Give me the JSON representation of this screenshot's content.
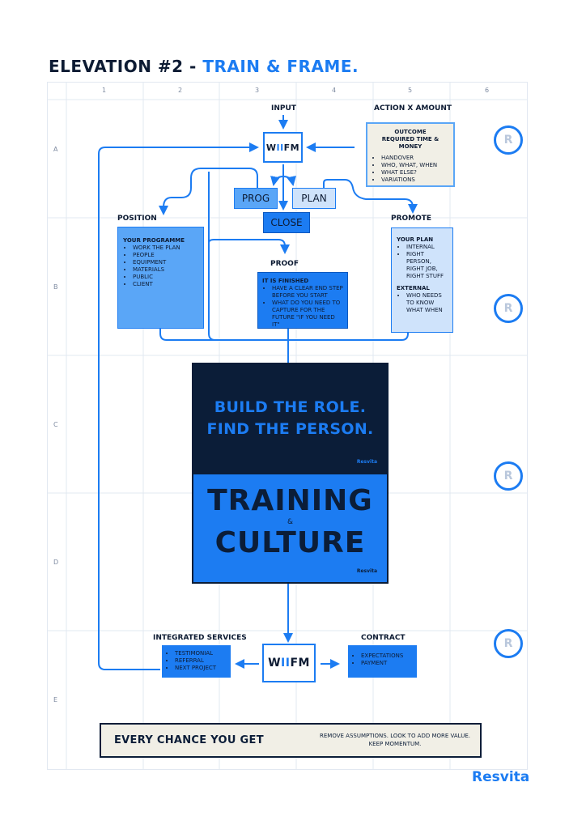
{
  "title": {
    "part1": "ELEVATION #2 - ",
    "part2": "TRAIN & FRAME."
  },
  "grid": {
    "columns": [
      "1",
      "2",
      "3",
      "4",
      "5",
      "6"
    ],
    "rows": [
      "A",
      "B",
      "C",
      "D",
      "E"
    ]
  },
  "input": {
    "label": "INPUT"
  },
  "action": {
    "label": "ACTION x AMOUNT",
    "box_title": "OUTCOME REQUIRED TIME & MONEY",
    "items": [
      "HANDOVER",
      "WHO, WHAT, WHEN",
      "WHAT ELSE?",
      "VARIATIONS"
    ]
  },
  "wiifm_top": {
    "w": "W",
    "ii": "II",
    "fm": "FM"
  },
  "prog": "PROG",
  "plan": "PLAN",
  "close": "CLOSE",
  "position": {
    "label": "POSITION",
    "box_title": "YOUR PROGRAMME",
    "items": [
      "WORK THE PLAN",
      "PEOPLE",
      "EQUIPMENT",
      "MATERIALS",
      "PUBLIC",
      "CLIENT"
    ]
  },
  "promote": {
    "label": "PROMOTE",
    "plan_title": "YOUR PLAN",
    "plan_items": [
      "INTERNAL",
      "RIGHT PERSON, RIGHT JOB, RIGHT STUFF"
    ],
    "external_title": "EXTERNAL",
    "external_items": [
      "WHO NEEDS TO KNOW WHAT WHEN"
    ]
  },
  "proof": {
    "label": "PROOF",
    "box_title": "IT IS FINISHED",
    "items": [
      "HAVE A CLEAR END STEP BEFORE YOU START",
      "WHAT DO YOU NEED TO CAPTURE FOR THE FUTURE \"IF YOU NEED IT\""
    ]
  },
  "poster1": {
    "line1": "BUILD THE ROLE.",
    "line2": "FIND THE PERSON.",
    "brand": "Resvita"
  },
  "poster2": {
    "line1": "TRAINING",
    "amp": "&",
    "line2": "CULTURE",
    "brand": "Resvita"
  },
  "integrated": {
    "label": "INTEGRATED SERVICES",
    "items": [
      "TESTIMONIAL",
      "REFERRAL",
      "NEXT PROJECT"
    ]
  },
  "contract": {
    "label": "CONTRACT",
    "items": [
      "EXPECTATIONS",
      "PAYMENT"
    ]
  },
  "wiifm_bottom": {
    "w": "W",
    "ii": "II",
    "fm": "FM"
  },
  "banner": {
    "left": "EVERY CHANCE YOU GET",
    "right": "REMOVE ASSUMPTIONS. LOOK TO ADD MORE VALUE. KEEP MOMENTUM."
  },
  "brand": "Resvita",
  "side_logo": "R",
  "colors": {
    "accent": "#1c7cf2",
    "navy": "#0b1d38",
    "light_box": "#cfe3fb",
    "mid_box": "#5aa6f7",
    "banner_bg": "#f1efe6"
  }
}
